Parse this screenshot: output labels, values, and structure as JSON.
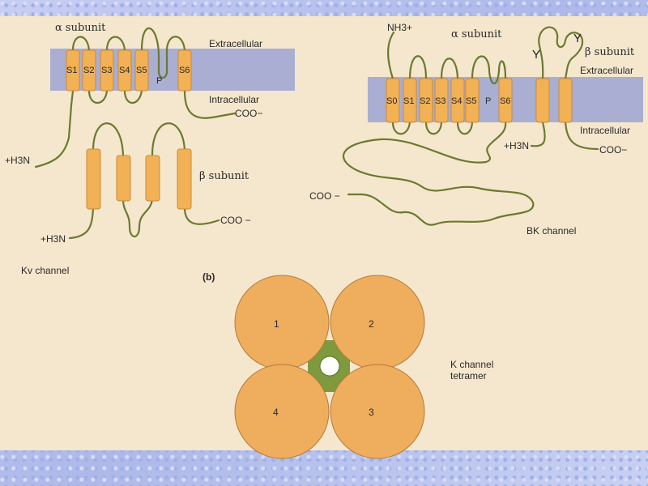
{
  "kv": {
    "alpha_label": "α subunit",
    "extracellular": "Extracellular",
    "intracellular": "Intracellular",
    "segments": [
      "S1",
      "S2",
      "S3",
      "S4",
      "S5",
      "P",
      "S6"
    ],
    "coo_alpha": "COO−",
    "h3n_alpha": "+H3N",
    "beta_label": "β subunit",
    "coo_beta": "COO −",
    "h3n_beta": "+H3N",
    "channel_label": "Kv channel"
  },
  "bk": {
    "nh3": "NH3+",
    "alpha_label": "α subunit",
    "beta_label": "β subunit",
    "extracellular": "Extracellular",
    "intracellular": "Intracellular",
    "segments": [
      "S0",
      "S1",
      "S2",
      "S3",
      "S4",
      "S5",
      "P",
      "S6"
    ],
    "h3n_beta": "+H3N",
    "coo_beta": "COO−",
    "coo_alpha": "COO −",
    "channel_label": "BK channel"
  },
  "tetramer": {
    "panel_label": "(b)",
    "subunits": [
      "1",
      "2",
      "3",
      "4"
    ],
    "label_line1": "K channel",
    "label_line2": "tetramer"
  },
  "colors": {
    "membrane": "#a9aed2",
    "helix": "#f2b155",
    "chain": "#6b7a2e",
    "tetramer_subunit": "#efad5e",
    "pore": "#7e9a3c",
    "background": "#f5e7cd"
  }
}
